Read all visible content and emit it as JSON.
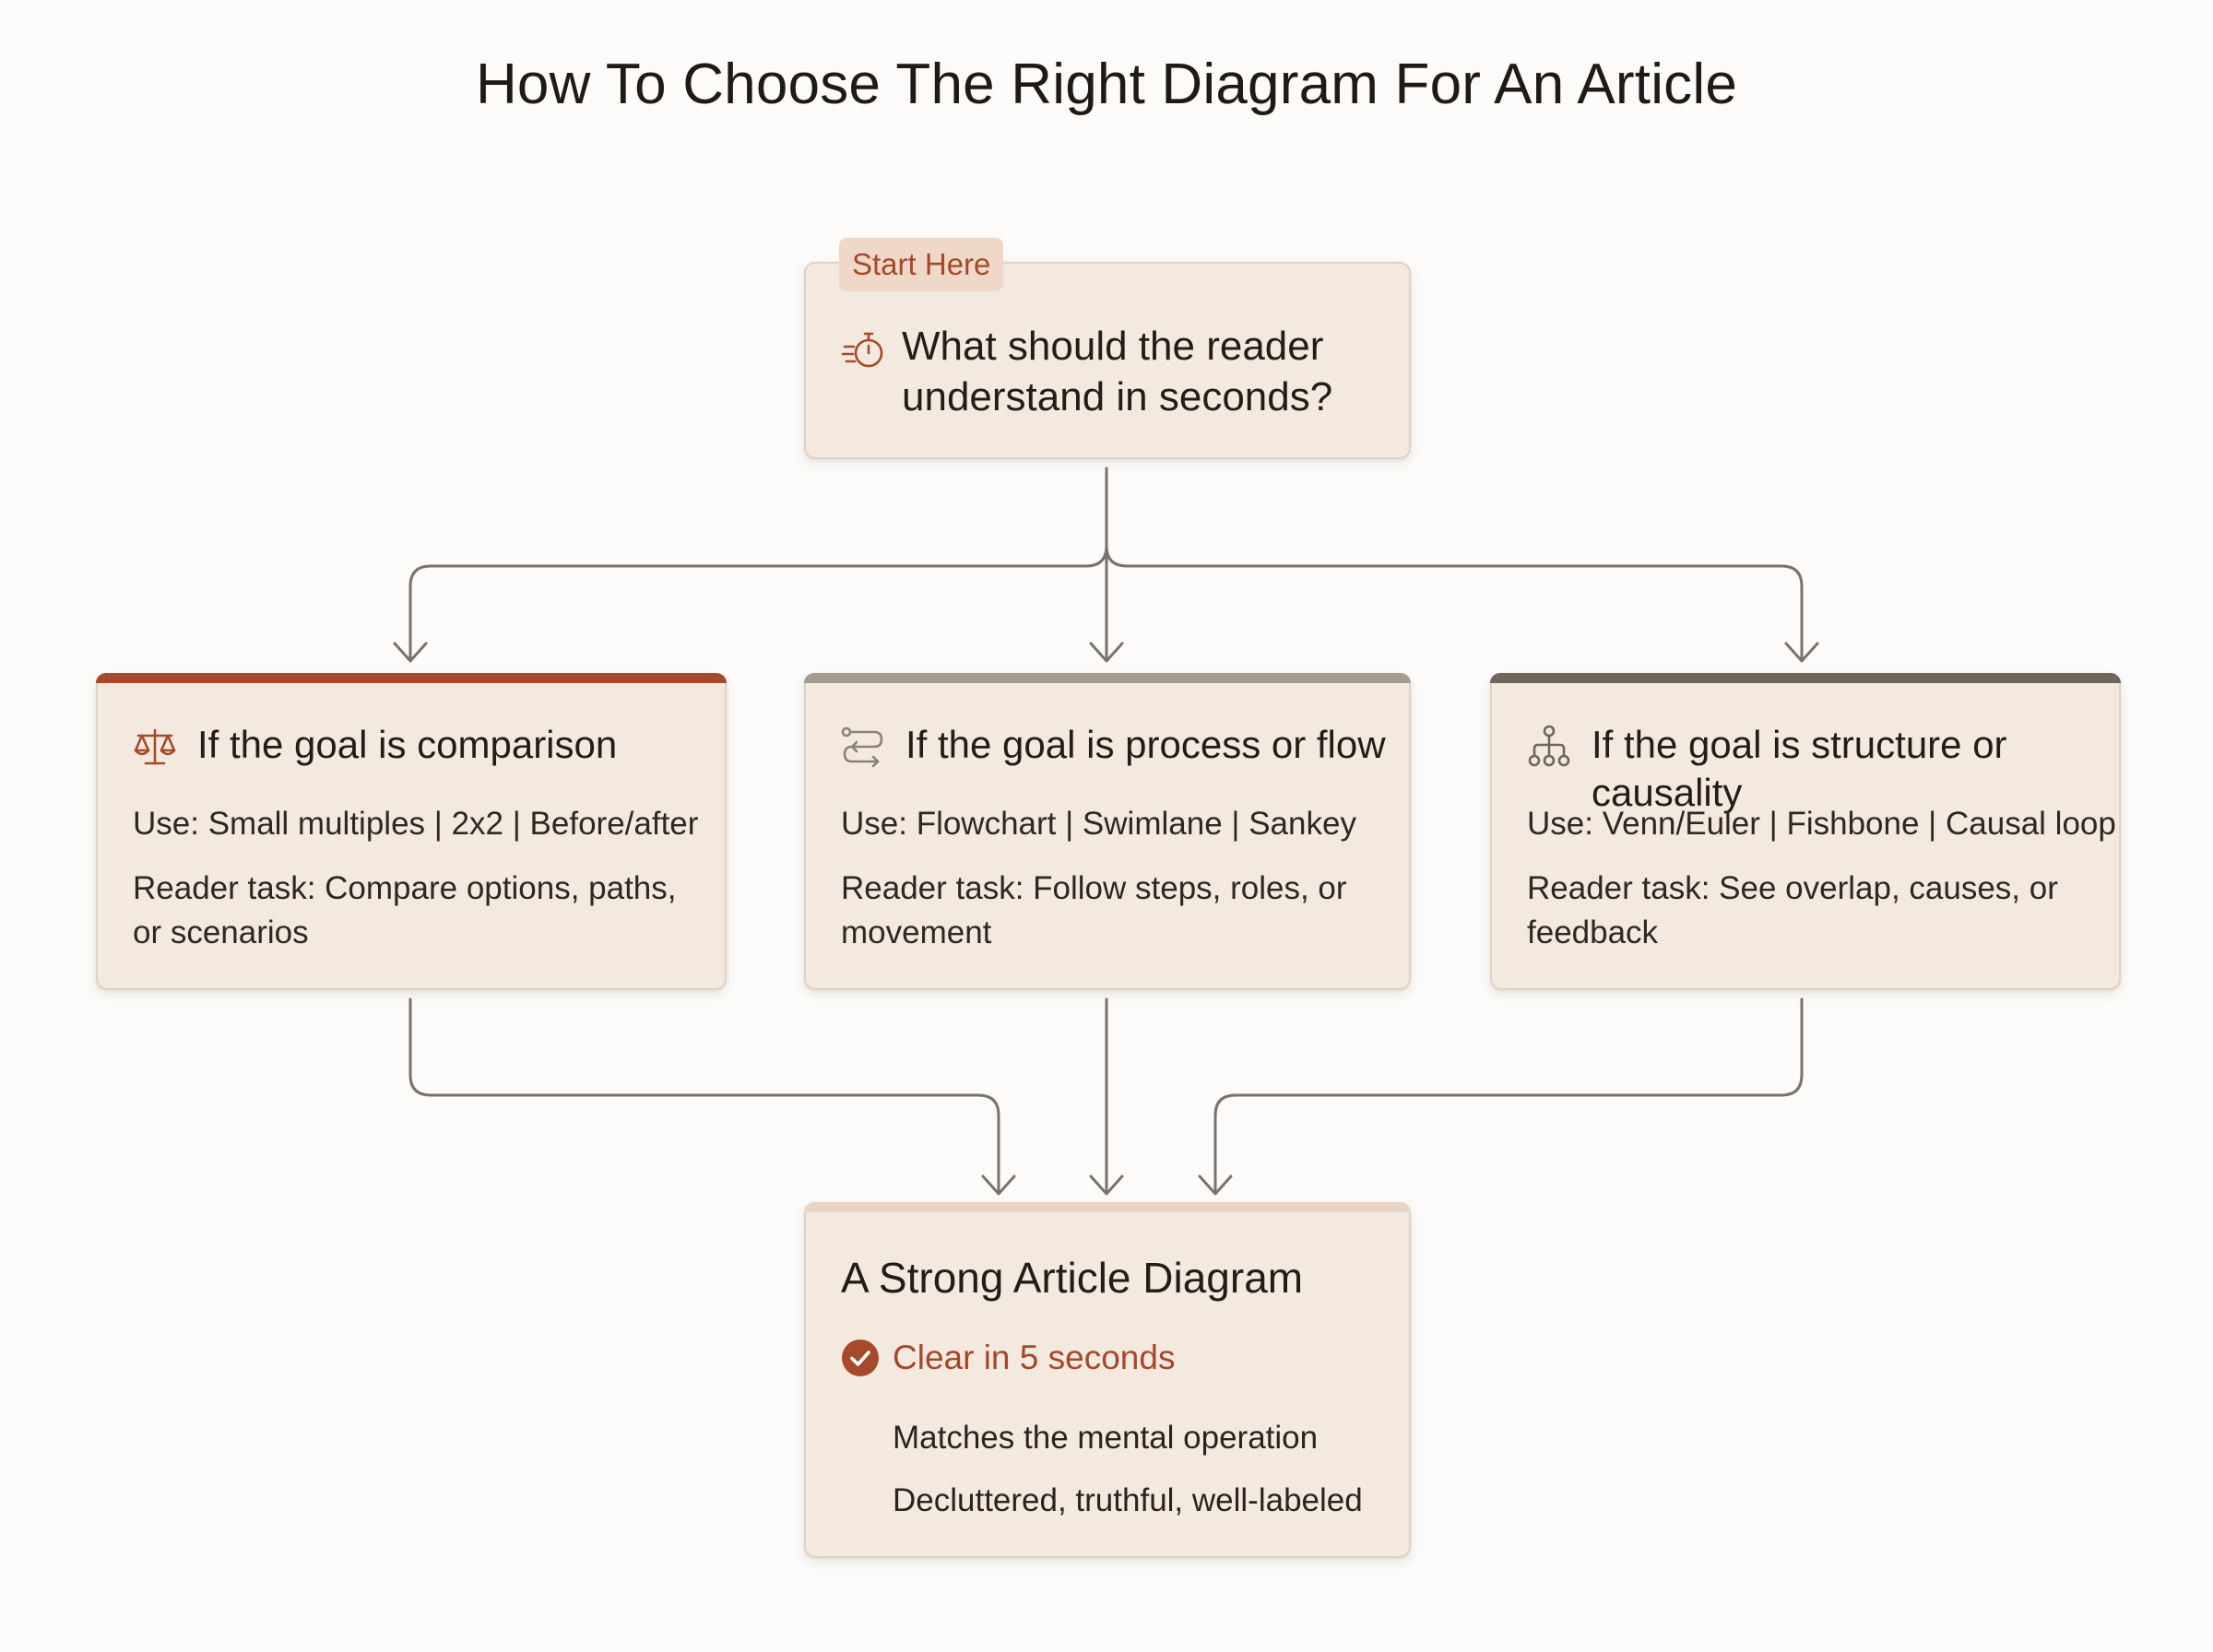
{
  "title": "How To Choose The Right Diagram For An Article",
  "colors": {
    "background": "#fcfbf9",
    "card_fill": "#f4e9df",
    "card_border": "#e0d2c5",
    "accent_rust": "#a64a2b",
    "accent_taupe": "#a49c93",
    "accent_dark": "#6e655d",
    "result_bar": "#e8d5c6",
    "connector": "#7a736b"
  },
  "start": {
    "tag": "Start Here",
    "icon": "stopwatch-speed-icon",
    "question_line1": "What should the reader",
    "question_line2": "understand in seconds?"
  },
  "branches": [
    {
      "icon": "balance-scale-icon",
      "heading": "If the goal is comparison",
      "use": "Use: Small multiples | 2x2 | Before/after",
      "task": "Reader task: Compare options, paths, or scenarios",
      "bar_color": "#a64a2b"
    },
    {
      "icon": "route-flow-icon",
      "heading": "If the goal is process or flow",
      "use": "Use: Flowchart | Swimlane | Sankey",
      "task": "Reader task: Follow steps, roles, or movement",
      "bar_color": "#a49c93"
    },
    {
      "icon": "hierarchy-icon",
      "heading": "If the goal is structure or causality",
      "use": "Use: Venn/Euler | Fishbone | Causal loop",
      "task": "Reader task: See overlap, causes, or feedback",
      "bar_color": "#6e655d"
    }
  ],
  "result": {
    "title": "A Strong Article Diagram",
    "check_icon": "check-circle-icon",
    "highlight": "Clear in 5 seconds",
    "points": [
      "Matches the mental operation",
      "Decluttered, truthful, well-labeled"
    ]
  }
}
